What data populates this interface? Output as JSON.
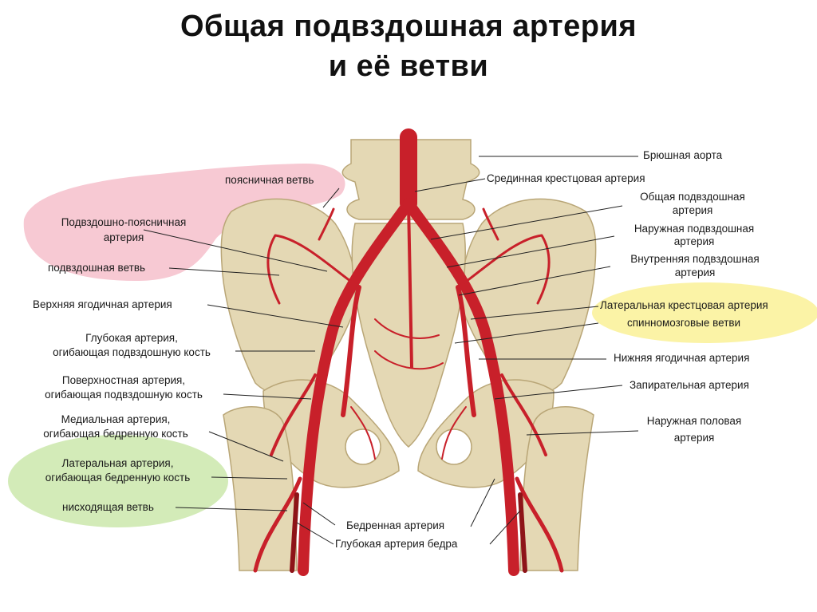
{
  "title": {
    "line1": "Общая подвздошная артерия",
    "line2": "и её ветви"
  },
  "colors": {
    "bone": "#e4d8b4",
    "bone_shadow": "#c9b88e",
    "artery": "#c8202a",
    "artery_dark": "#8e1418",
    "pink_highlight": "#f7c9d3",
    "yellow_highlight": "#fbf3a6",
    "green_highlight": "#d3ebb8",
    "leader_line": "#222222"
  },
  "labels": {
    "left": {
      "lumbar_branch": "поясничная ветвь",
      "iliolumbar_l1": "Подвздошно-поясничная",
      "iliolumbar_l2": "артерия",
      "iliac_branch": "подвздошная ветвь",
      "superior_gluteal": "Верхняя ягодичная артерия",
      "deep_circumflex_l1": "Глубокая артерия,",
      "deep_circumflex_l2": "огибающая подвздошную кость",
      "superficial_circumflex_l1": "Поверхностная артерия,",
      "superficial_circumflex_l2": "огибающая подвздошную кость",
      "medial_circumflex_l1": "Медиальная артерия,",
      "medial_circumflex_l2": "огибающая бедренную кость",
      "lateral_circumflex_l1": "Латеральная артерия,",
      "lateral_circumflex_l2": "огибающая бедренную кость",
      "descending_branch": "нисходящая ветвь"
    },
    "right": {
      "abdominal_aorta": "Брюшная аорта",
      "median_sacral": "Срединная крестцовая артерия",
      "common_iliac_l1": "Общая подвздошная",
      "common_iliac_l2": "артерия",
      "external_iliac_l1": "Наружная подвздошная",
      "external_iliac_l2": "артерия",
      "internal_iliac_l1": "Внутренняя подвздошная",
      "internal_iliac_l2": "артерия",
      "lateral_sacral": "Латеральная крестцовая артерия",
      "spinal_branches": "спинномозговые ветви",
      "inferior_gluteal": "Нижняя ягодичная артерия",
      "obturator": "Запирательная артерия",
      "external_pudendal_l1": "Наружная половая",
      "external_pudendal_l2": "артерия"
    },
    "bottom": {
      "femoral": "Бедренная артерия",
      "deep_femoral": "Глубокая артерия бедра"
    }
  }
}
